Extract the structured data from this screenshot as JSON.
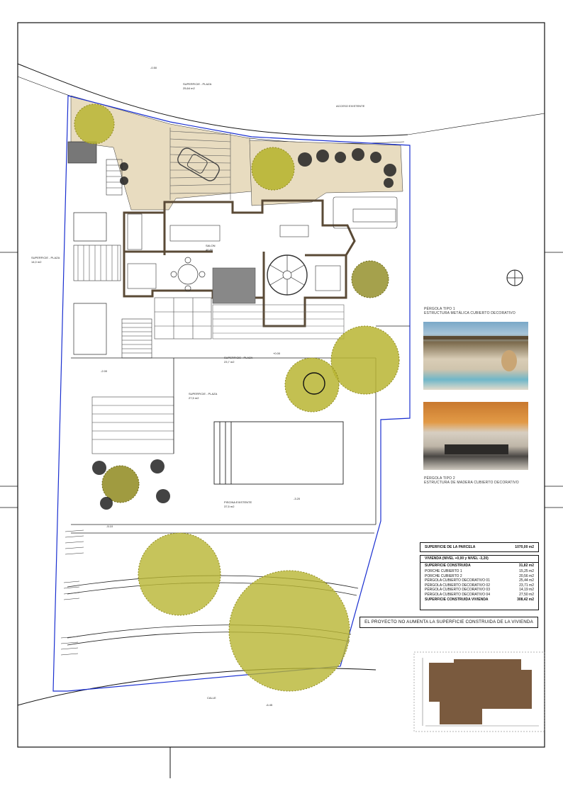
{
  "labels": {
    "garage_area": "SUPERFICIE - PLAZA",
    "garage_area_value": "25,64 m2",
    "terrace_west": "SUPERFICIE - PLAZA",
    "terrace_west_value": "14,0 m2",
    "terrace_south": "SUPERFICIE - PLAZA",
    "terrace_south_value": "23,7 m2",
    "terrace_low": "SUPERFICIE - PLAZA",
    "terrace_low_value": "27,5 m2",
    "pool": "PISCINA EXISTENTE",
    "pool_value": "37,5 m2",
    "living": "SALON",
    "living_value": "46,80",
    "street": "CALLE",
    "access": "ACCESO EXISTENTE",
    "level_a": "-0.50",
    "level_b": "+0.00",
    "level_c": "-2.00",
    "level_d": "-3.20",
    "level_e": "-5.10",
    "level_f": "-6.45"
  },
  "photos": {
    "photo1_title": "PÉRGOLA TIPO 1",
    "photo1_desc": "ESTRUCTURA METÁLICA CUBIERTO DECORATIVO",
    "photo2_title": "PÉRGOLA TIPO 2",
    "photo2_desc": "ESTRUCTURA DE MADERA CUBIERTO DECORATIVO"
  },
  "surfaces": {
    "parcel_label": "SUPERFICIE DE LA PARCELA",
    "parcel_value": "1070,00 m2",
    "housing_label": "VIVIENDA (NIVEL +0,00 y NIVEL -3,20)",
    "built_label": "SUPERFICIE CONSTRUIDA",
    "built_value": "31,82 m2",
    "rows": [
      {
        "label": "PORCHE CUBIERTO 1",
        "value": "15,25 m2"
      },
      {
        "label": "PORCHE CUBIERTO 2",
        "value": "20,56 m2"
      },
      {
        "label": "PÉRGOLA CUBIERTO DECORATIVO 01",
        "value": "25,44 m2"
      },
      {
        "label": "PÉRGOLA CUBIERTO DECORATIVO 02",
        "value": "23,71 m2"
      },
      {
        "label": "PÉRGOLA CUBIERTO DECORATIVO 03",
        "value": "14,19 m2"
      },
      {
        "label": "PÉRGOLA CUBIERTO DECORATIVO 04",
        "value": "27,50 m2"
      }
    ],
    "total_label": "SUPERFICIE CONSTRUIDA VIVIENDA",
    "total_value": "308,42 m2"
  },
  "notice": "EL PROYECTO NO AUMENTA LA SUPERFICIE CONSTRUIDA DE LA VIVIENDA",
  "colors": {
    "paving": "#e8dcc0",
    "tree": "#b8b532",
    "tree_dark": "#8f8a1f",
    "wall": "#5a4a36",
    "boundary": "#1a2fd0",
    "keyplan": "#7a5a3e"
  }
}
